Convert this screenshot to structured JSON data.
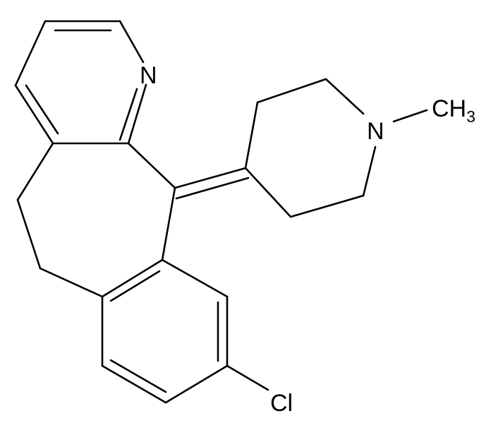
{
  "structure": {
    "atoms": {
      "pyridine_nitrogen": "N",
      "piperidine_nitrogen": "N",
      "methyl": "CH",
      "methyl_subscript": "3",
      "chlorine": "Cl"
    },
    "colors": {
      "bond": "#000000",
      "label": "#000000",
      "background": "#ffffff"
    }
  }
}
